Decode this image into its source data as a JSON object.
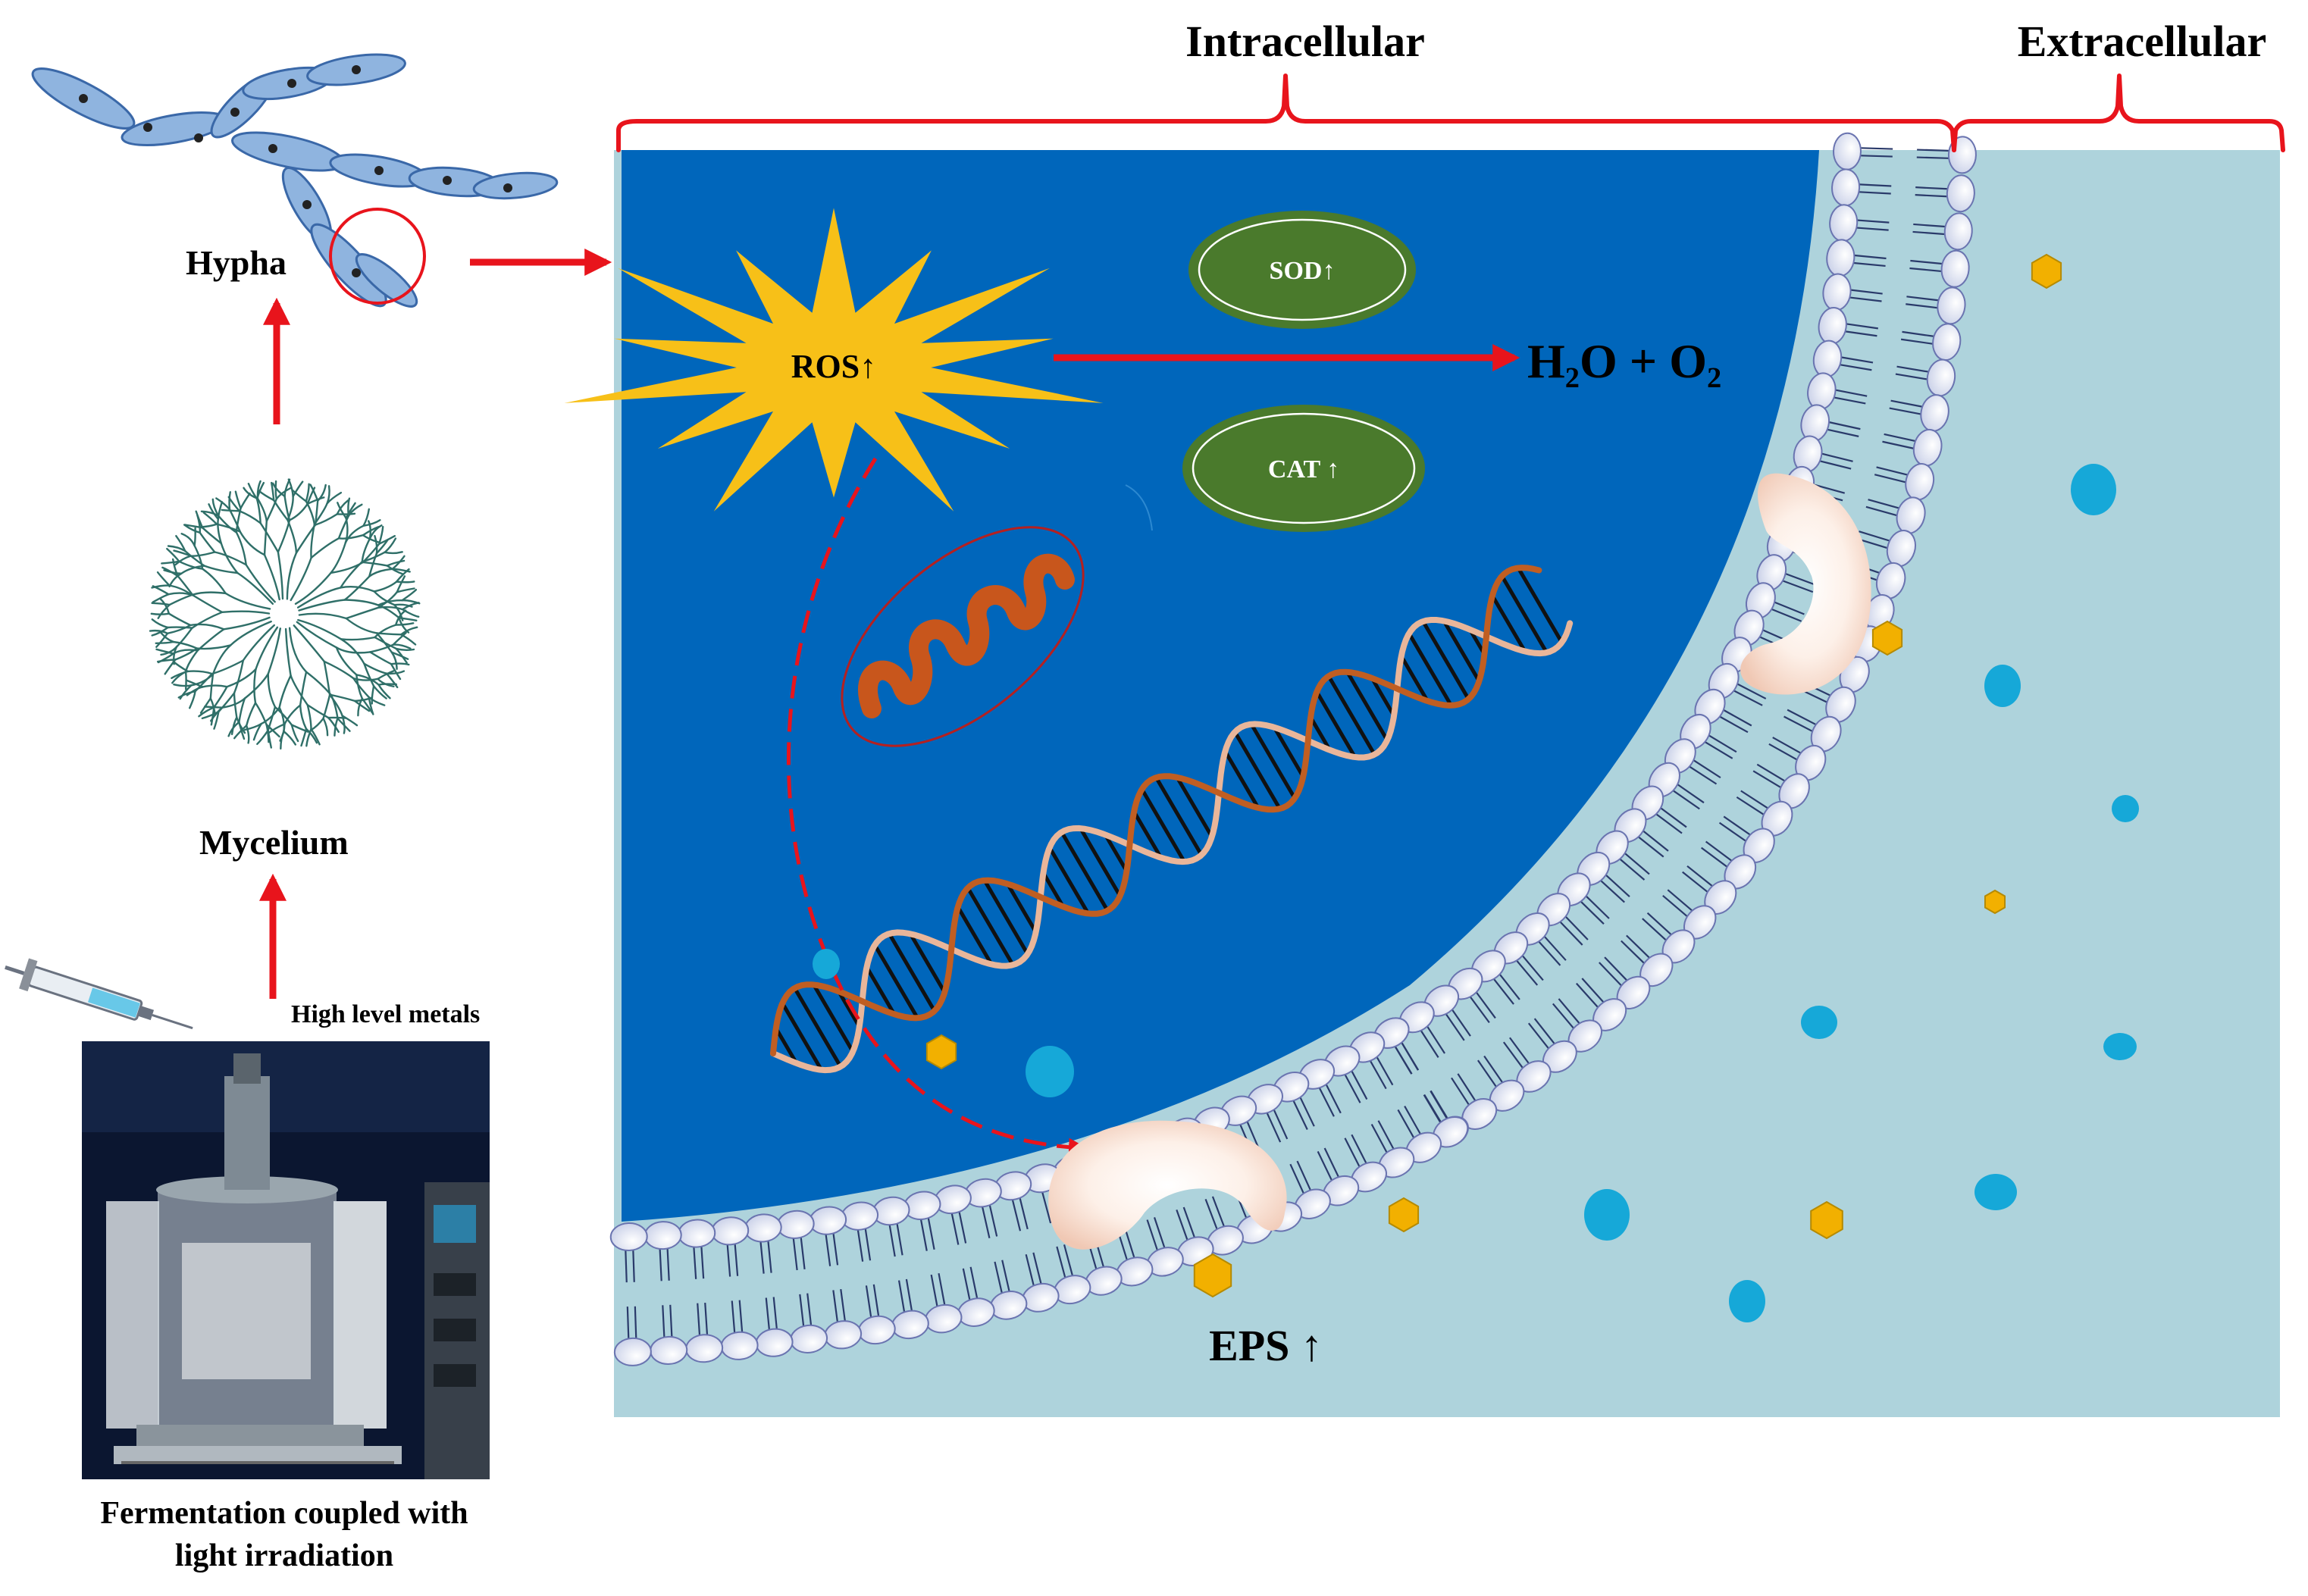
{
  "labels": {
    "intracellular": "Intracellular",
    "extracellular": "Extracellular",
    "hypha": "Hypha",
    "mycelium": "Mycelium",
    "metals": "High level metals",
    "fermentation_line1": "Fermentation coupled with",
    "fermentation_line2": "light irradiation",
    "ros": "ROS↑",
    "sod": "SOD↑",
    "cat": "CAT ↑",
    "h2o_o2": "H₂O + O₂",
    "eps": "EPS ↑"
  },
  "colors": {
    "cell_interior": "#0066bb",
    "extracellular": "#aed3dc",
    "arrow": "#e8141c",
    "ros_burst": "#f7c018",
    "enzyme": "#4a7a2c",
    "hypha": "#8fb4df",
    "mycelium": "#2f6f68",
    "mitochondrion": "#c8561c",
    "dna_strand_a": "#c05e22",
    "dna_strand_b": "#e9b69a",
    "membrane_head": "#dde4f2",
    "transporter": "#f6d7c6",
    "eps_hexagon": "#f2b000",
    "droplet": "#16a8d8"
  }
}
